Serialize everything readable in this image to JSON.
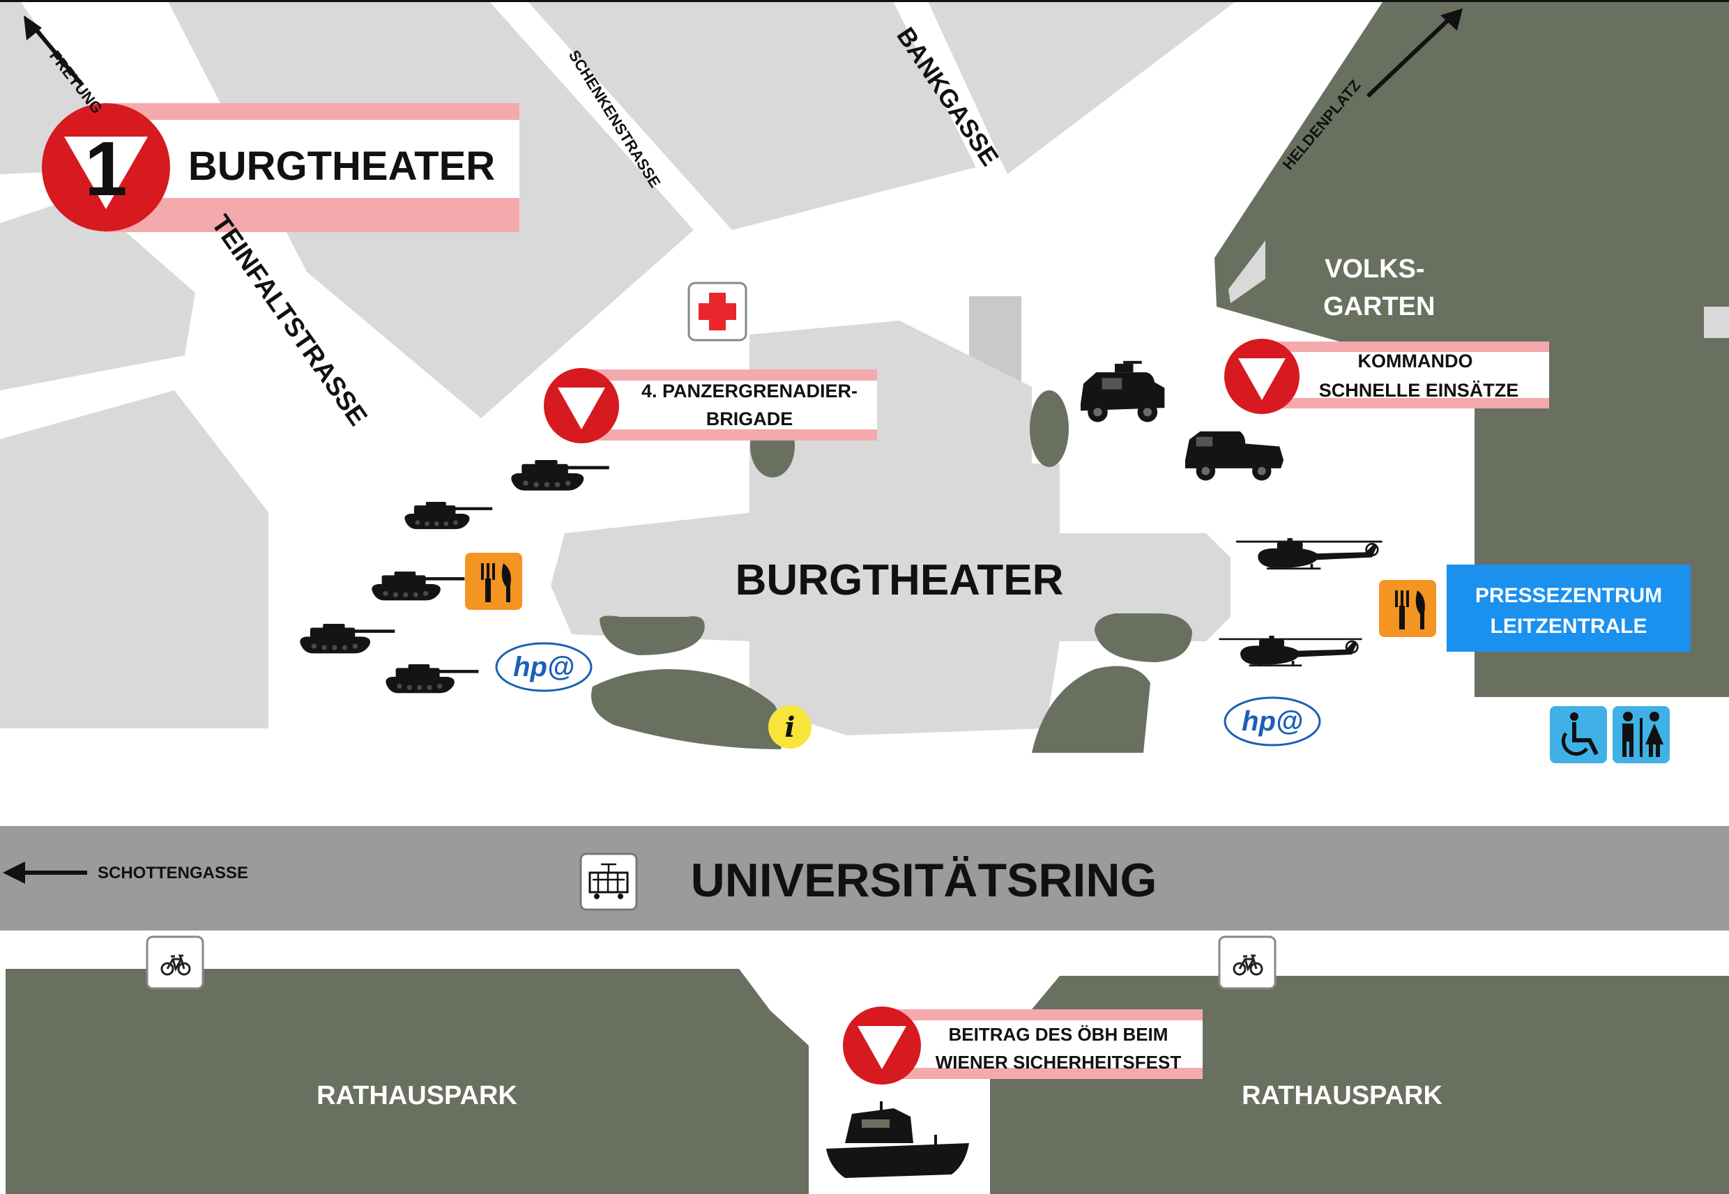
{
  "colors": {
    "background": "#ffffff",
    "block": "#d9d9d9",
    "park": "#6a7060",
    "ring": "#9b9b9b",
    "banner": "#f4a9ad",
    "army_red": "#d71920",
    "food_orange": "#f39423",
    "press_blue": "#1a90ef",
    "access_blue": "#3fb1e6",
    "info_yellow": "#f8e43a",
    "hp_blue": "#1a60b5",
    "vehicle": "#141414"
  },
  "title_badge": {
    "number": "1",
    "name": "BURGTHEATER"
  },
  "streets": {
    "freyung": "FREYUNG",
    "teinfaltstrasse": "TEINFALTSTRASSE",
    "schenkenstrasse": "SCHENKENSTRASSE",
    "bankgasse": "BANKGASSE",
    "heldenplatz": "HELDENPLATZ",
    "schottengasse": "SCHOTTENGASSE",
    "ring": "UNIVERSITÄTSRING"
  },
  "areas": {
    "volksgarten_1": "VOLKS-",
    "volksgarten_2": "GARTEN",
    "building": "BURGTHEATER",
    "rathauspark_left": "RATHAUSPARK",
    "rathauspark_right": "RATHAUSPARK"
  },
  "stations": {
    "panzer_1": "4. PANZERGRENADIER-",
    "panzer_2": "BRIGADE",
    "kommando_1": "KOMMANDO",
    "kommando_2": "SCHNELLE EINSÄTZE",
    "beitrag_1": "BEITRAG DES ÖBH BEIM",
    "beitrag_2": "WIENER SICHERHEITSFEST"
  },
  "press": {
    "line1": "PRESSEZENTRUM",
    "line2": "LEITZENTRALE"
  },
  "hp_logo": "hp@",
  "info_mark": "i",
  "icons": [
    "first-aid-icon",
    "food-icon",
    "tram-icon",
    "bicycle-icon",
    "wheelchair-icon",
    "restroom-icon",
    "info-icon",
    "tank-icon",
    "helicopter-icon",
    "armored-vehicle-icon",
    "boat-icon",
    "arrow-icon"
  ]
}
